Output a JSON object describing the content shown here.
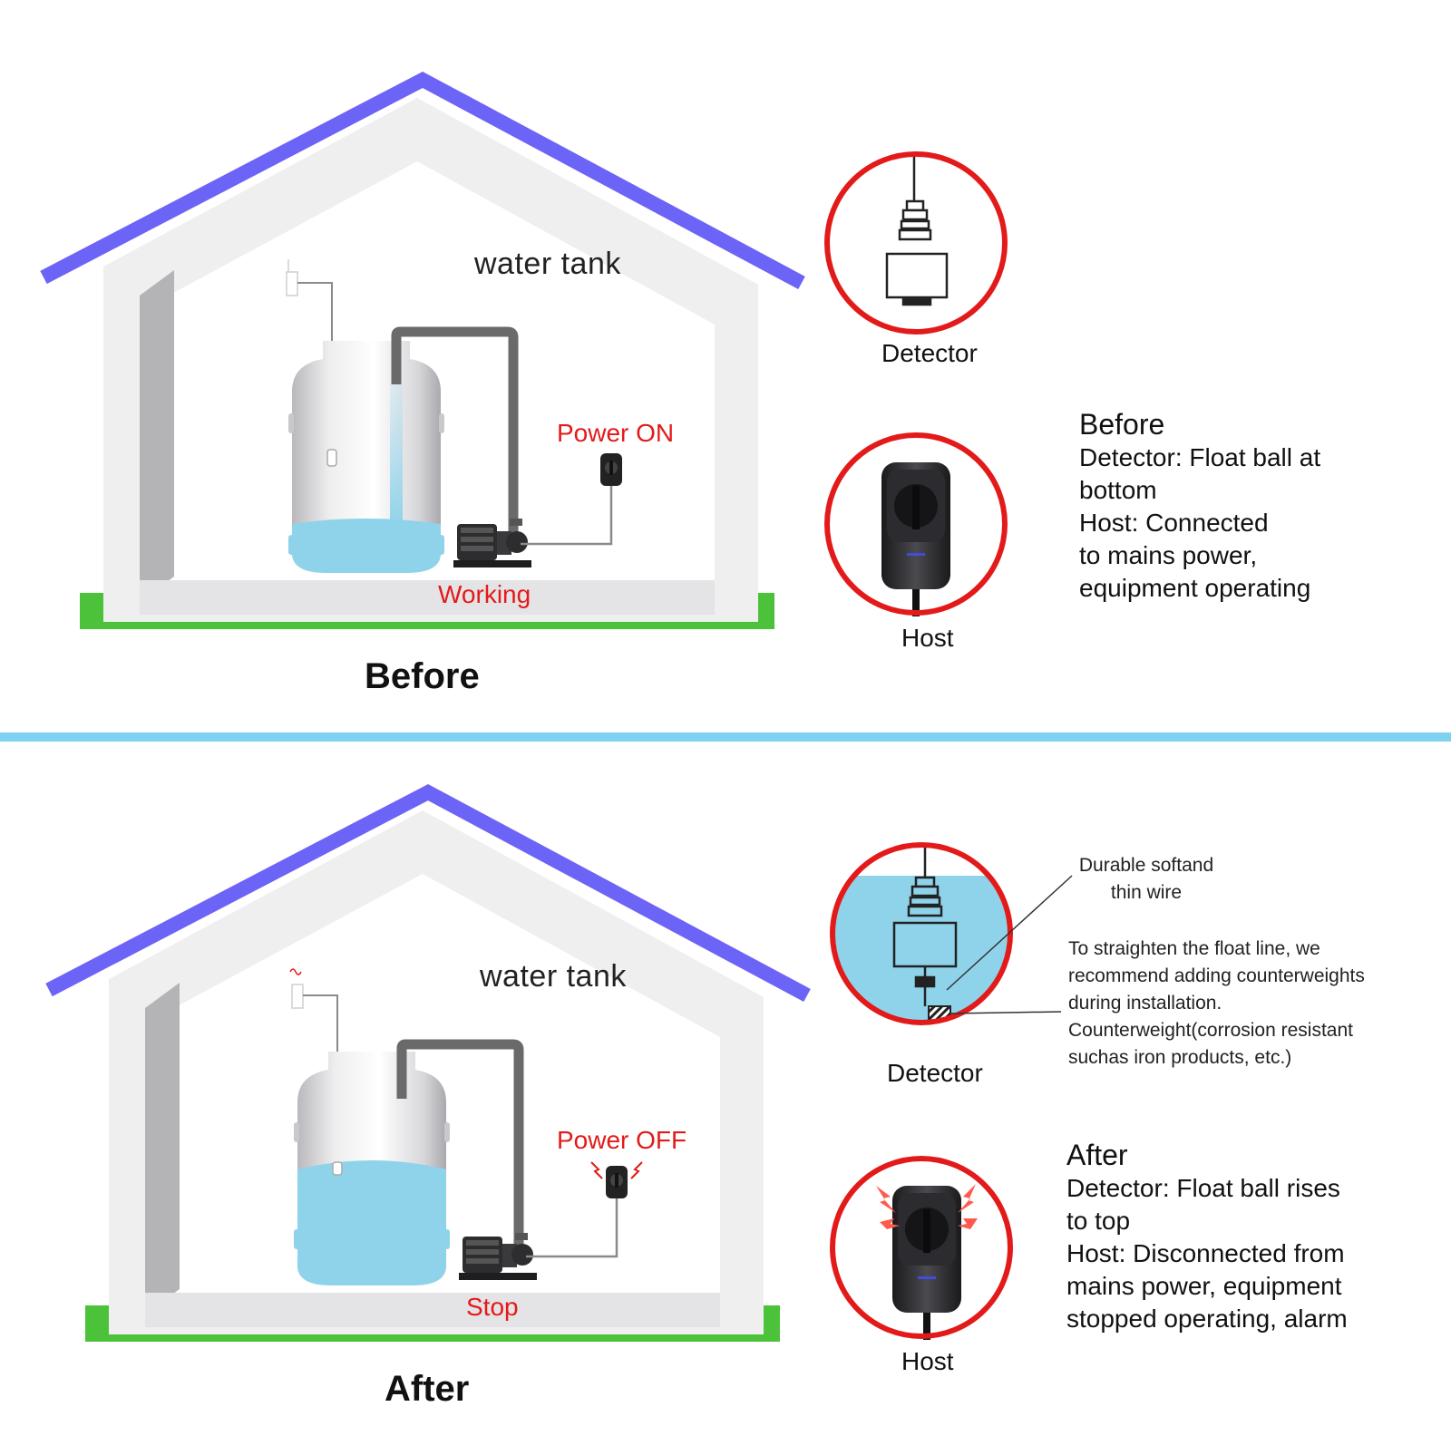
{
  "colors": {
    "roof": "#6c63f7",
    "ground": "#4cc23a",
    "divider": "#7fd1f1",
    "inset_ring": "#e31a1a",
    "water": "#8fd3ea",
    "pipe": "#6a6a6a",
    "label_red": "#e31a1a"
  },
  "before": {
    "tank_label": "water tank",
    "power_status": "Power ON",
    "pump_status": "Working",
    "caption": "Before",
    "water_level": 0.18,
    "detector_label": "Detector",
    "host_label": "Host",
    "panel": {
      "title": "Before",
      "lines": [
        "Detector: Float ball at",
        "bottom",
        "Host: Connected",
        "to mains power,",
        "equipment operating"
      ]
    }
  },
  "after": {
    "tank_label": "water tank",
    "power_status": "Power OFF",
    "pump_status": "Stop",
    "caption": "After",
    "water_level": 0.52,
    "detector_label": "Detector",
    "host_label": "Host",
    "note_wire": [
      "Durable softand",
      "thin wire"
    ],
    "note_counter": [
      "To straighten the float line, we",
      "recommend adding counterweights",
      "during installation.",
      "Counterweight(corrosion resistant",
      "suchas iron products, etc.)"
    ],
    "panel": {
      "title": "After",
      "lines": [
        "Detector: Float ball rises",
        "to top",
        "Host: Disconnected from",
        "mains power, equipment",
        "stopped operating, alarm"
      ]
    }
  }
}
